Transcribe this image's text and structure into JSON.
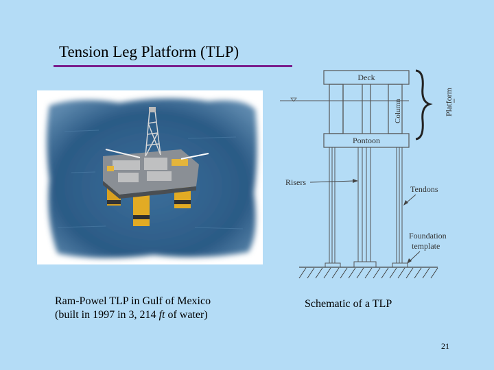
{
  "slide": {
    "title": "Tension Leg Platform (TLP)",
    "page_number": "21",
    "colors": {
      "background": "#b4dcf6",
      "title_underline": "#7a1e8c"
    }
  },
  "photo": {
    "caption_line1": "Ram-Powel TLP in Gulf of Mexico",
    "caption_line2_pre": "(built in 1997 in 3, 214 ",
    "caption_line2_unit": "ft",
    "caption_line2_post": " of water)"
  },
  "schematic": {
    "caption": "Schematic of a TLP",
    "labels": {
      "deck": "Deck",
      "column": "Column",
      "platform": "Platform",
      "pontoon": "Pontoon",
      "risers": "Risers",
      "tendons": "Tendons",
      "foundation_line1": "Foundation",
      "foundation_line2": "template"
    }
  }
}
